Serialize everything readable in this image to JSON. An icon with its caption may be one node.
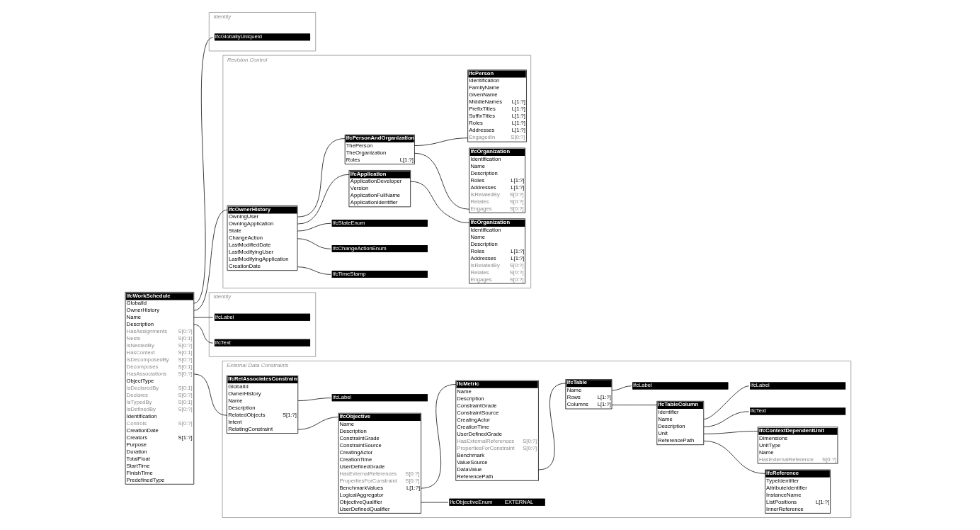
{
  "diagram": {
    "nodes": [
      {
        "text": [
          "IfcWorkSchedule",
          "GlobalId",
          "OwnerHistory",
          "Name",
          "Description",
          "HasAssignments S[0:?]",
          "Nests S[0:1]",
          "IsNestedBy S[0:?]",
          "HasContext S[0:1]",
          "IsDecomposedBy S[0:?]",
          "Decomposes S[0:1]",
          "HasAssociations S[0:?]",
          "ObjectType",
          "IsDeclaredBy S[0:1]",
          "Declares S[0:?]",
          "IsTypedBy S[0:1]",
          "IsDefinedBy S[0:?]",
          "Identification",
          "Controls S[0:?]",
          "CreationDate",
          "Creators S[1:?]",
          "Purpose",
          "Duration",
          "TotalFloat",
          "StartTime",
          "FinishTime",
          "PredefinedType"
        ]
      },
      {
        "text": [
          "Identity"
        ]
      },
      {
        "text": [
          "IfcGloballyUniqueId"
        ],
        "in": 1
      },
      {
        "text": [
          "Revision Control"
        ]
      },
      {
        "text": [
          "IfcOwnerHistory",
          "OwningUser",
          "OwningApplication",
          "State",
          "ChangeAction",
          "LastModifiedDate",
          "LastModifyingUser",
          "LastModifyingApplication",
          "CreationDate"
        ],
        "in": 3
      },
      {
        "text": [
          "IfcPersonAndOrganization",
          "ThePerson",
          "TheOrganization",
          "Roles L[1:?]"
        ],
        "in": 3
      },
      {
        "text": [
          "IfcPerson",
          "Identification",
          "FamilyName",
          "GivenName",
          "MiddleNames L[1:?]",
          "PrefixTitles L[1:?]",
          "SuffixTitles L[1:?]",
          "Roles L[1:?]",
          "Addresses L[1:?]",
          "EngagedIn S[0:?]"
        ],
        "in": 3
      },
      {
        "text": [
          "IfcApplication",
          "ApplicationDeveloper",
          "Version",
          "ApplicationFullName",
          "ApplicationIdentifier"
        ],
        "in": 3
      },
      {
        "text": [
          "IfcStateEnum"
        ],
        "in": 3
      },
      {
        "text": [
          "IfcChangeActionEnum"
        ],
        "in": 3
      },
      {
        "text": [
          "IfcTimeStamp"
        ],
        "in": 3
      },
      {
        "text": [
          "IfcOrganization",
          "Identification",
          "Name",
          "Description",
          "Roles L[1:?]",
          "Addresses L[1:?]",
          "IsRelatedBy S[0:?]",
          "Relates S[0:?]",
          "Engages S[0:?]"
        ],
        "in": 3
      },
      {
        "text": [
          "IfcOrganization",
          "Identification",
          "Name",
          "Description",
          "Roles L[1:?]",
          "Addresses L[1:?]",
          "IsRelatedBy S[0:?]",
          "Relates S[0:?]",
          "Engages S[0:?]"
        ],
        "in": 3
      },
      {
        "text": [
          "Identity"
        ]
      },
      {
        "text": [
          "IfcLabel"
        ],
        "in": 13
      },
      {
        "text": [
          "IfcText"
        ],
        "in": 13
      },
      {
        "text": [
          "External Data Constraints"
        ]
      },
      {
        "text": [
          "IfcRelAssociatesConstraint",
          "GlobalId",
          "OwnerHistory",
          "Name",
          "Description",
          "RelatedObjects S[1:?]",
          "Intent",
          "RelatingConstraint"
        ],
        "in": 16
      },
      {
        "text": [
          "IfcLabel"
        ],
        "in": 16
      },
      {
        "text": [
          "IfcObjective",
          "Name",
          "Description",
          "ConstraintGrade",
          "ConstraintSource",
          "CreatingActor",
          "CreationTime",
          "UserDefinedGrade",
          "HasExternalReferences S[0:?]",
          "PropertiesForConstraint S[0:?]",
          "BenchmarkValues L[1:?]",
          "LogicalAggregator",
          "ObjectiveQualifier",
          "UserDefinedQualifier"
        ],
        "in": 16
      },
      {
        "text": [
          "IfcMetric",
          "Name",
          "Description",
          "ConstraintGrade",
          "ConstraintSource",
          "CreatingActor",
          "CreationTime",
          "UserDefinedGrade",
          "HasExternalReferences S[0:?]",
          "PropertiesForConstraint S[0:?]",
          "Benchmark",
          "ValueSource",
          "DataValue",
          "ReferencePath"
        ],
        "in": 16
      },
      {
        "text": [
          "IfcObjectiveEnum",
          "EXTERNAL"
        ],
        "in": 16
      },
      {
        "text": [
          "IfcTable",
          "Name",
          "Rows L[1:?]",
          "Columns L[1:?]"
        ],
        "in": 16
      },
      {
        "text": [
          "IfcLabel"
        ],
        "in": 16
      },
      {
        "text": [
          "IfcTableColumn",
          "Identifier",
          "Name",
          "Description",
          "Unit",
          "ReferencePath"
        ],
        "in": 16
      },
      {
        "text": [
          "IfcLabel"
        ],
        "in": 16
      },
      {
        "text": [
          "IfcText"
        ],
        "in": 16
      },
      {
        "text": [
          "IfcContextDependentUnit",
          "Dimensions",
          "UnitType",
          "Name",
          "HasExternalReference S[0:?]"
        ],
        "in": 16
      },
      {
        "text": [
          "IfcReference",
          "TypeIdentifier",
          "AttributeIdentifier",
          "InstanceName",
          "ListPositions L[1:?]",
          "InnerReference"
        ],
        "in": 16
      }
    ],
    "edges": [
      {
        "from": 0,
        "to": 2,
        "arrow": "none"
      },
      {
        "from": 0,
        "to": 4,
        "arrow": "none"
      },
      {
        "from": 0,
        "to": 14,
        "arrow": "none"
      },
      {
        "from": 0,
        "to": 15,
        "arrow": "none"
      },
      {
        "from": 0,
        "to": 17,
        "arrow": "none"
      },
      {
        "from": 4,
        "to": 5,
        "arrow": "none"
      },
      {
        "from": 4,
        "to": 7,
        "arrow": "none"
      },
      {
        "from": 4,
        "to": 8,
        "arrow": "none"
      },
      {
        "from": 4,
        "to": 9,
        "arrow": "none"
      },
      {
        "from": 4,
        "to": 10,
        "arrow": "none"
      },
      {
        "from": 5,
        "to": 6,
        "arrow": "none"
      },
      {
        "from": 5,
        "to": 11,
        "arrow": "none"
      },
      {
        "from": 7,
        "to": 12,
        "arrow": "none"
      },
      {
        "from": 17,
        "to": 18,
        "arrow": "none"
      },
      {
        "from": 17,
        "to": 19,
        "arrow": "none"
      },
      {
        "from": 19,
        "to": 20,
        "arrow": "none"
      },
      {
        "from": 19,
        "to": 21,
        "arrow": "none"
      },
      {
        "from": 20,
        "to": 22,
        "arrow": "none"
      },
      {
        "from": 22,
        "to": 23,
        "arrow": "none"
      },
      {
        "from": 22,
        "to": 24,
        "arrow": "none"
      },
      {
        "from": 24,
        "to": 25,
        "arrow": "none"
      },
      {
        "from": 24,
        "to": 26,
        "arrow": "none"
      },
      {
        "from": 24,
        "to": 27,
        "arrow": "none"
      },
      {
        "from": 24,
        "to": 28,
        "arrow": "none"
      }
    ]
  }
}
